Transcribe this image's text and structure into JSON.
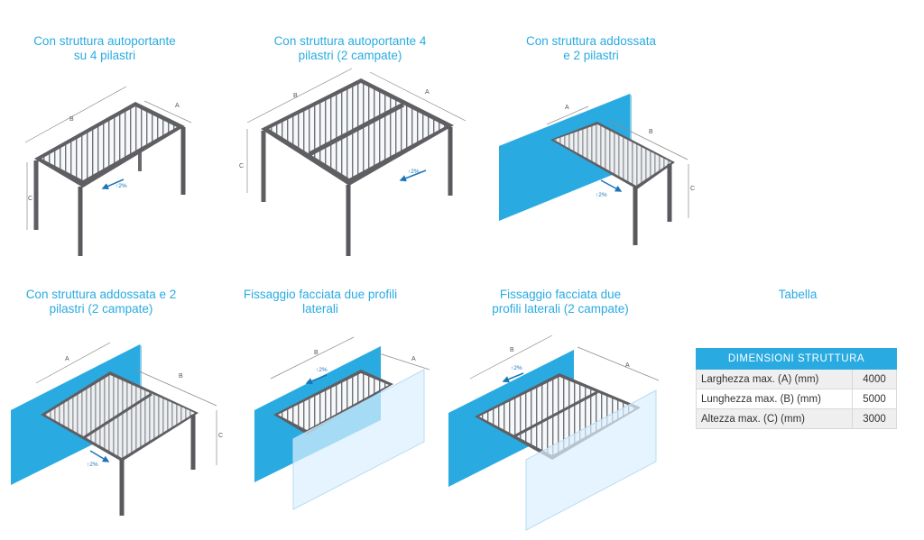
{
  "diagrams": [
    {
      "caption_lines": [
        "Con struttura autoportante",
        "su 4 pilastri"
      ],
      "dim_labels": [
        "A",
        "B",
        "C"
      ],
      "slope": "↑2%"
    },
    {
      "caption_lines": [
        "Con struttura autoportante 4",
        "pilastri (2 campate)"
      ],
      "dim_labels": [
        "A",
        "B",
        "C"
      ],
      "slope": "↑2%"
    },
    {
      "caption_lines": [
        "Con struttura addossata",
        "e 2 pilastri"
      ],
      "dim_labels": [
        "A",
        "B",
        "C"
      ],
      "slope": "↑2%"
    },
    {
      "caption_lines": [
        "Con struttura addossata e 2",
        "pilastri (2 campate)"
      ],
      "dim_labels": [
        "A",
        "B",
        "C"
      ],
      "slope": "↑2%"
    },
    {
      "caption_lines": [
        "Fissaggio facciata due profili",
        "laterali"
      ],
      "dim_labels": [
        "A",
        "B"
      ],
      "slope": "↑2%"
    },
    {
      "caption_lines": [
        "Fissaggio facciata due",
        "profili laterali (2 campate)"
      ],
      "dim_labels": [
        "A",
        "B"
      ],
      "slope": "↑2%"
    }
  ],
  "table": {
    "caption": "Tabella",
    "header": "DIMENSIONI  STRUTTURA",
    "rows": [
      {
        "label": "Larghezza max. (A) (mm)",
        "value": "4000"
      },
      {
        "label": "Lunghezza max. (B) (mm)",
        "value": "5000"
      },
      {
        "label": "Altezza  max. (C) (mm)",
        "value": "3000"
      }
    ]
  },
  "colors": {
    "caption": "#29abe2",
    "wall": "#29abe2",
    "post": "#5f5f63",
    "roof": "#e8eaec",
    "table_header": "#29abe2"
  }
}
